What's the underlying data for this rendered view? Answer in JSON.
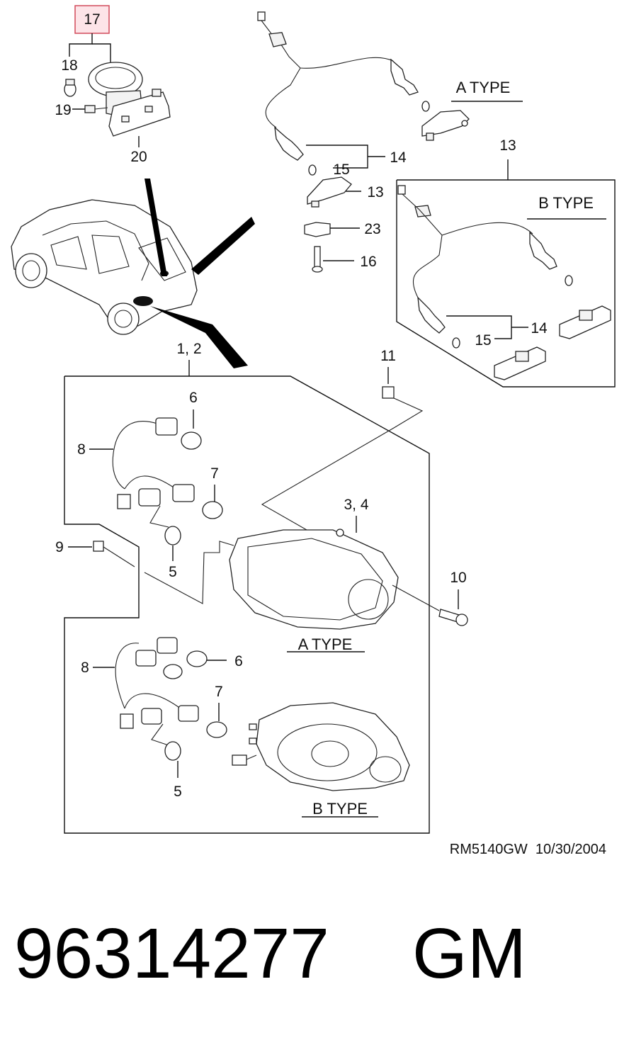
{
  "callouts": {
    "c17": "17",
    "c18": "18",
    "c19": "19",
    "c20": "20",
    "c14a": "14",
    "c15a": "15",
    "c13a": "13",
    "c23": "23",
    "c16": "16",
    "c13b": "13",
    "c14b": "14",
    "c15b": "15",
    "c12": "1, 2",
    "c11": "11",
    "c6a": "6",
    "c8a": "8",
    "c7a": "7",
    "c34": "3, 4",
    "c9": "9",
    "c5a": "5",
    "c10": "10",
    "c8b": "8",
    "c6b": "6",
    "c7b": "7",
    "c5b": "5"
  },
  "types": {
    "a_upper": "A TYPE",
    "b_upper": "B TYPE",
    "a_lower": "A TYPE",
    "b_lower": "B TYPE"
  },
  "footer": {
    "ref": "RM5140GW  10/30/2004",
    "part_number": "96314277",
    "brand": "GM"
  },
  "colors": {
    "highlight_fill": "#fde4e8",
    "highlight_stroke": "#d24a5a"
  }
}
